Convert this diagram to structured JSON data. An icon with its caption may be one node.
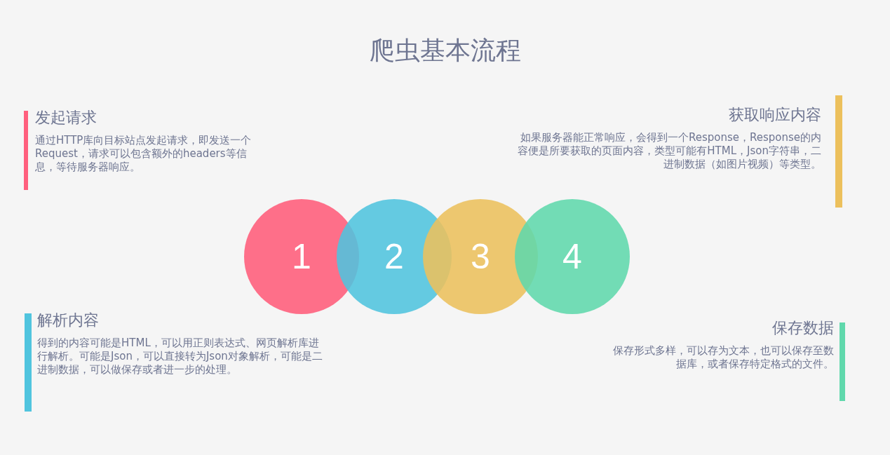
{
  "diagram": {
    "title": "爬虫基本流程",
    "nodes": [
      {
        "text": [
          "发起请求",
          "通过HTTP库向目标站点发起请求，即发送一个Request，请求可以包含额外的headers等信息，等待服务器响应。"
        ]
      },
      {
        "text": [
          "获取响应内容",
          "如果服务器能正常响应，会得到一个Response，Response的内容便是所要获取的页面内容，类型可能有HTML，Json字符串，二进制数据（如图片视频）等类型。"
        ]
      },
      {
        "text": [
          "1"
        ]
      },
      {
        "text": [
          "2"
        ]
      },
      {
        "text": [
          "3"
        ]
      },
      {
        "text": [
          "4"
        ]
      },
      {
        "text": [
          "解析内容",
          "得到的内容可能是HTML，可以用正则表达式、网页解析库进行解析。可能是Json，可以直接转为Json对象解析，可能是二进制数据，可以做保存或者进一步的处理。"
        ]
      },
      {
        "text": [
          "保存数据",
          "保存形式多样，可以存为文本，也可以保存至数据库，或者保存特定格式的文件。"
        ]
      }
    ]
  }
}
